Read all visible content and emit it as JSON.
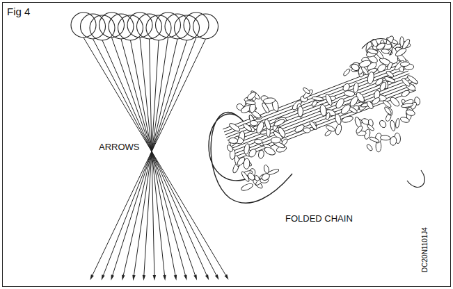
{
  "diagram": {
    "title": "Fig 4",
    "labels": [
      "ARROWS",
      "FOLDED CHAIN",
      "DC20N1101J4"
    ]
  }
}
